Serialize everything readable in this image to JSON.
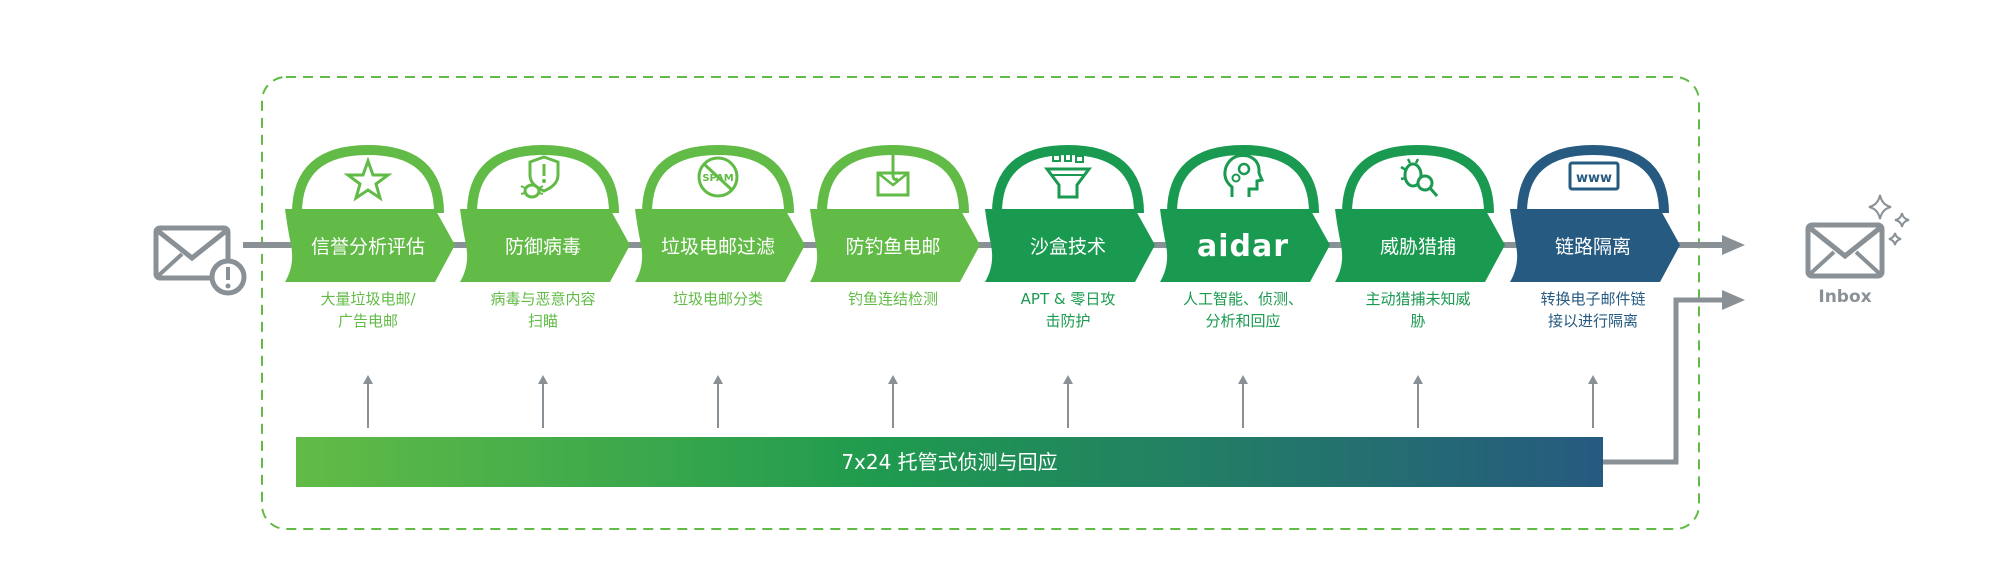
{
  "colors": {
    "light_green": "#62bb46",
    "dark_green": "#1a9a50",
    "blue": "#265a80",
    "gray": "#8a9196",
    "dash": "#62bb46"
  },
  "stages": [
    {
      "label": "信誉分析评估",
      "desc": [
        "大量垃圾电邮/",
        "广告电邮"
      ],
      "icon": "star-icon",
      "tone": "light"
    },
    {
      "label": "防御病毒",
      "desc": [
        "病毒与恶意内容",
        "扫瞄"
      ],
      "icon": "virus-shield-icon",
      "tone": "light"
    },
    {
      "label": "垃圾电邮过滤",
      "desc": [
        "垃圾电邮分类"
      ],
      "icon": "no-spam-icon",
      "tone": "light"
    },
    {
      "label": "防钓鱼电邮",
      "desc": [
        "钓鱼连结检测"
      ],
      "icon": "phishing-mail-icon",
      "tone": "light"
    },
    {
      "label": "沙盒技术",
      "desc": [
        "APT & 零日攻",
        "击防护"
      ],
      "icon": "sandbox-funnel-icon",
      "tone": "dark"
    },
    {
      "label": "aidar",
      "logo": true,
      "desc": [
        "人工智能、侦测、",
        "分析和回应"
      ],
      "icon": "ai-head-icon",
      "tone": "dark"
    },
    {
      "label": "威胁猎捕",
      "desc": [
        "主动猎捕未知威",
        "胁"
      ],
      "icon": "bug-search-icon",
      "tone": "dark"
    },
    {
      "label": "链路隔离",
      "desc": [
        "转换电子邮件链",
        "接以进行隔离"
      ],
      "icon": "www-icon",
      "tone": "blue"
    }
  ],
  "bar": {
    "label": "7x24 托管式侦测与回应"
  },
  "inbox": {
    "label": "Inbox"
  },
  "stage_icon_text": {
    "spam": "SPAM",
    "www": "www"
  }
}
